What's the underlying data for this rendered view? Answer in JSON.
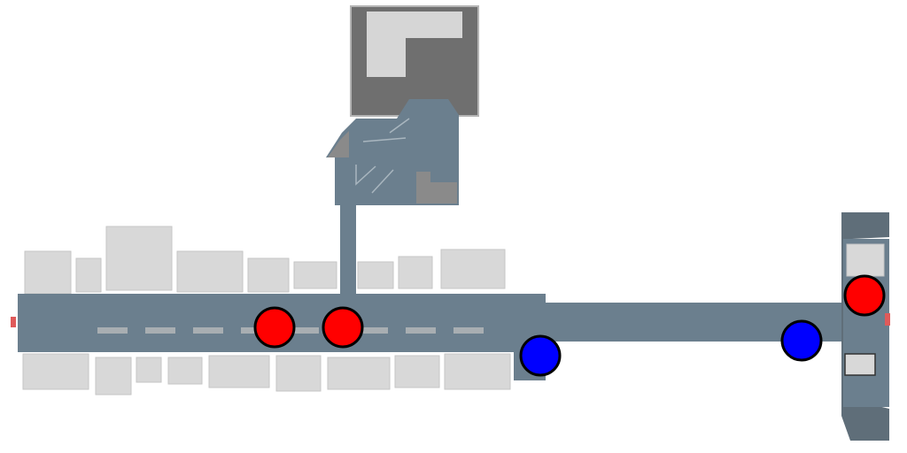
{
  "colors": {
    "road": "#6b7f8e",
    "road_edge": "#5f7382",
    "building": "#d9d9d9",
    "building_edge": "#c4c4c4",
    "compound_dark": "#707070",
    "compound_mid": "#8a8a8a",
    "road_marking": "#a8aeb2",
    "red_team": "#ff0000",
    "blue_team": "#0000ff",
    "spawn_marker": "#e05a5a"
  },
  "markers": {
    "red": [
      {
        "id": "red-1"
      },
      {
        "id": "red-2"
      },
      {
        "id": "red-3"
      }
    ],
    "blue": [
      {
        "id": "blue-1"
      },
      {
        "id": "blue-2"
      }
    ]
  },
  "icons": {
    "red_marker": "red-circle-icon",
    "blue_marker": "blue-circle-icon",
    "edge_marker": "spawn-tick-icon"
  }
}
